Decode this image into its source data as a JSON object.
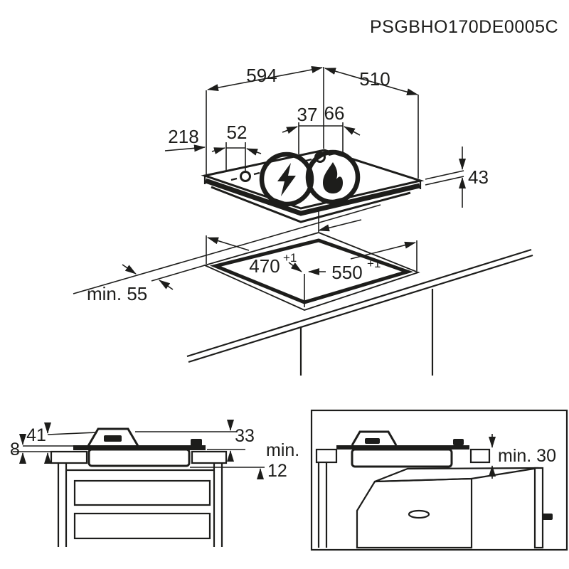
{
  "title": "PSGBHO170DE0005C",
  "ink_color": "#1d1d1b",
  "overall_view": {
    "width_mm": "594",
    "depth_mm": "510",
    "height_mm": "43",
    "burner_offset_left": "218",
    "igniter_offset_left": "52",
    "igniter_offset_front": "37",
    "igniter_offset_back": "66",
    "icons": {
      "left_burner": "lightning-icon",
      "right_burner": "flame-icon"
    }
  },
  "cutout_view": {
    "cutout_width": "470",
    "cutout_width_tolerance": "+1",
    "cutout_depth": "550",
    "cutout_depth_tolerance": "+1",
    "min_edge_distance": "min. 55"
  },
  "section_view": {
    "pan_support_height": "41",
    "hob_above_worktop": "8",
    "pan_support_above_worktop": "33",
    "min_clearance_below_label": "min.",
    "min_clearance_below_value": "12"
  },
  "oven_installation_view": {
    "min_clearance_above_oven": "min. 30"
  }
}
